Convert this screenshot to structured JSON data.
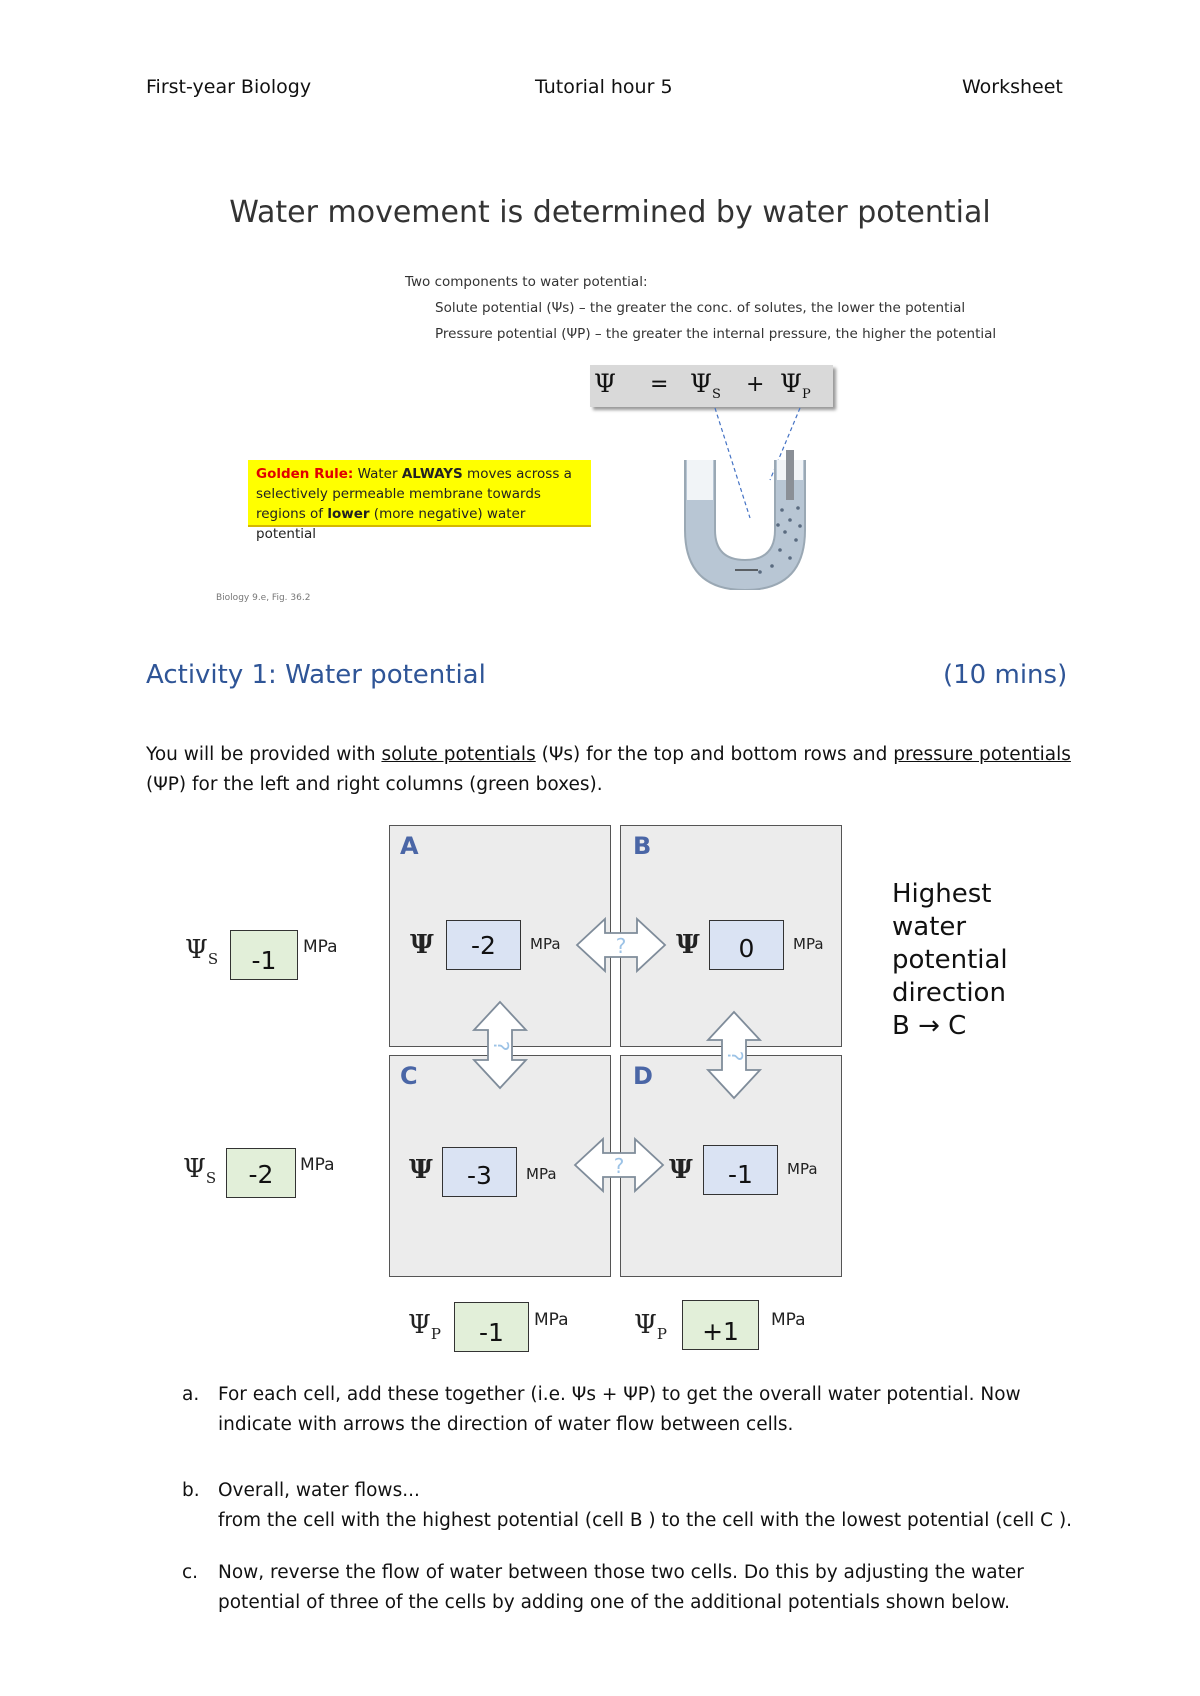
{
  "header": {
    "left": "First-year Biology",
    "center": "Tutorial hour 5",
    "right": "Worksheet"
  },
  "slide": {
    "title": "Water movement is determined by water potential",
    "components_heading": "Two components to water potential:",
    "solute_line": "Solute potential (Ψs) – the greater the conc. of solutes, the lower the potential",
    "pressure_line": "Pressure potential (ΨP) – the greater the internal pressure, the higher the potential",
    "formula": {
      "lhs": "Ψ",
      "eq": "=",
      "t1": "Ψ",
      "t1_sub": "S",
      "plus": "+",
      "t2": "Ψ",
      "t2_sub": "P"
    },
    "golden_rule_label": "Golden Rule:",
    "golden_rule_a": " Water ",
    "golden_rule_bold1": "ALWAYS",
    "golden_rule_b": " moves across a selectively permeable membrane towards regions of ",
    "golden_rule_bold2": "lower",
    "golden_rule_c": " (more negative) water potential",
    "small_caption": "Biology 9.e, Fig. 36.2"
  },
  "activity": {
    "title": "Activity 1: Water potential",
    "time": "(10 mins)",
    "intro_1": "You will be provided with ",
    "intro_u1": "solute potentials",
    "intro_2": " (Ψs) for the top and bottom rows and ",
    "intro_u2": "pressure potentials",
    "intro_3": "(ΨP) for the left and right columns (green boxes)."
  },
  "grid": {
    "cells": [
      {
        "letter": "A",
        "psi": "Ψ",
        "value": "-2",
        "unit": "MPa"
      },
      {
        "letter": "B",
        "psi": "Ψ",
        "value": "0",
        "unit": "MPa"
      },
      {
        "letter": "C",
        "psi": "Ψ",
        "value": "-3",
        "unit": "MPa"
      },
      {
        "letter": "D",
        "psi": "Ψ",
        "value": "-1",
        "unit": "MPa"
      }
    ],
    "row_solute": [
      {
        "psi": "Ψ",
        "sub": "S",
        "value": "-1",
        "unit": "MPa"
      },
      {
        "psi": "Ψ",
        "sub": "S",
        "value": "-2",
        "unit": "MPa"
      }
    ],
    "col_pressure": [
      {
        "psi": "Ψ",
        "sub": "P",
        "value": "-1",
        "unit": "MPa"
      },
      {
        "psi": "Ψ",
        "sub": "P",
        "value": "+1",
        "unit": "MPa"
      }
    ],
    "arrow_mark": "?"
  },
  "side_note": [
    "Highest",
    "water",
    "potential",
    "direction",
    "B → C"
  ],
  "questions": {
    "a_label": "a.",
    "a_1": "For each cell, add these together (i.e. Ψs + ΨP) to get the overall water potential. Now",
    "a_2": "indicate with arrows the direction of water flow between cells.",
    "b_label": "b.",
    "b_1": "Overall, water flows...",
    "b_2": "from the cell with the highest potential (cell B ) to the cell with the lowest potential (cell C ).",
    "c_label": "c.",
    "c_1": "Now, reverse the flow of water between those two cells. Do this by adjusting the water",
    "c_2": "potential of three of the cells by adding one of the additional potentials shown below."
  }
}
